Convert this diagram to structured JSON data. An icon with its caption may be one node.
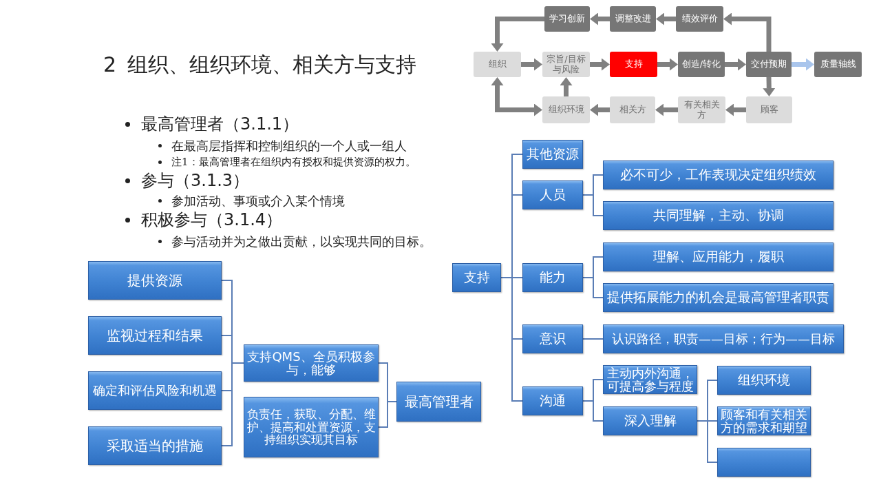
{
  "diagram": {
    "title": "2 组织、组织环境、相关方与支持",
    "nodes": [
      {
        "text": [
          "学习创新"
        ]
      },
      {
        "text": [
          "调整改进"
        ]
      },
      {
        "text": [
          "绩效评价"
        ]
      },
      {
        "text": [
          "组织"
        ]
      },
      {
        "text": [
          "宗旨/目标与风险"
        ]
      },
      {
        "text": [
          "支持"
        ]
      },
      {
        "text": [
          "创造/转化"
        ]
      },
      {
        "text": [
          "交付预期"
        ]
      },
      {
        "text": [
          "质量轴线"
        ]
      },
      {
        "text": [
          "组织环境"
        ]
      },
      {
        "text": [
          "相关方"
        ]
      },
      {
        "text": [
          "有关相关方"
        ]
      },
      {
        "text": [
          "顾客"
        ]
      },
      {
        "text": [
          "提供资源"
        ]
      },
      {
        "text": [
          "监视过程和结果"
        ]
      },
      {
        "text": [
          "确定和评估风险和机遇"
        ]
      },
      {
        "text": [
          "采取适当的措施"
        ]
      },
      {
        "text": [
          "支持QMS、全员积极参与，能够"
        ]
      },
      {
        "text": [
          "负责任，获取、分配、维护、提高和处置资源，支持组织实现其目标"
        ]
      },
      {
        "text": [
          "最高管理者"
        ]
      },
      {
        "text": [
          "支持"
        ]
      },
      {
        "text": [
          "其他资源"
        ]
      },
      {
        "text": [
          "人员"
        ]
      },
      {
        "text": [
          "必不可少，工作表现决定组织绩效"
        ]
      },
      {
        "text": [
          "共同理解，主动、协调"
        ]
      },
      {
        "text": [
          "能力"
        ]
      },
      {
        "text": [
          "理解、应用能力，履职"
        ]
      },
      {
        "text": [
          "提供拓展能力的机会是最高管理者职责"
        ]
      },
      {
        "text": [
          "意识"
        ]
      },
      {
        "text": [
          "认识路径，职责——目标；行为——目标"
        ]
      },
      {
        "text": [
          "沟通"
        ]
      },
      {
        "text": [
          "主动内外沟通，可提高参与程度"
        ]
      },
      {
        "text": [
          "深入理解"
        ]
      },
      {
        "text": [
          "组织环境"
        ]
      },
      {
        "text": [
          "顾客和有关相关方的需求和期望"
        ]
      },
      {
        "text": [],
        "shape": "box"
      }
    ],
    "edges": [
      {
        "from": 3,
        "to": 4,
        "arrow": "to",
        "style": "thick",
        "color": "#808080"
      },
      {
        "from": 4,
        "to": 5,
        "arrow": "to",
        "style": "thick",
        "color": "#808080"
      },
      {
        "from": 5,
        "to": 6,
        "arrow": "to",
        "style": "thick",
        "color": "#808080"
      },
      {
        "from": 6,
        "to": 7,
        "arrow": "to",
        "style": "thick",
        "color": "#808080"
      },
      {
        "from": 7,
        "to": 8,
        "arrow": "to",
        "style": "thick",
        "color": "#a9c5ec"
      },
      {
        "from": 7,
        "to": 2,
        "arrow": "to",
        "style": "thick",
        "color": "#808080"
      },
      {
        "from": 2,
        "to": 1,
        "arrow": "to",
        "style": "thick",
        "color": "#808080"
      },
      {
        "from": 1,
        "to": 0,
        "arrow": "to",
        "style": "thick",
        "color": "#808080"
      },
      {
        "from": 0,
        "to": 3,
        "arrow": "to",
        "style": "thick",
        "color": "#808080"
      },
      {
        "from": 7,
        "to": 12,
        "arrow": "to",
        "style": "thick",
        "color": "#808080"
      },
      {
        "from": 12,
        "to": 11,
        "arrow": "to",
        "style": "thick",
        "color": "#808080"
      },
      {
        "from": 11,
        "to": 10,
        "arrow": "to",
        "style": "thick",
        "color": "#808080"
      },
      {
        "from": 10,
        "to": 9,
        "arrow": "to",
        "style": "thick",
        "color": "#808080"
      },
      {
        "from": 9,
        "to": 4,
        "arrow": "to",
        "style": "thick",
        "color": "#808080"
      },
      {
        "from": 3,
        "to": 9,
        "arrow": "both",
        "style": "thick",
        "color": "#808080"
      },
      {
        "from": 17,
        "to": 13,
        "arrow": "none"
      },
      {
        "from": 17,
        "to": 14,
        "arrow": "none"
      },
      {
        "from": 17,
        "to": 15,
        "arrow": "none"
      },
      {
        "from": 17,
        "to": 16,
        "arrow": "none"
      },
      {
        "from": 19,
        "to": 17,
        "arrow": "none"
      },
      {
        "from": 19,
        "to": 18,
        "arrow": "none"
      },
      {
        "from": 20,
        "to": 21,
        "arrow": "none"
      },
      {
        "from": 20,
        "to": 22,
        "arrow": "none"
      },
      {
        "from": 20,
        "to": 25,
        "arrow": "none"
      },
      {
        "from": 20,
        "to": 28,
        "arrow": "none"
      },
      {
        "from": 20,
        "to": 30,
        "arrow": "none"
      },
      {
        "from": 22,
        "to": 23,
        "arrow": "none"
      },
      {
        "from": 22,
        "to": 24,
        "arrow": "none"
      },
      {
        "from": 25,
        "to": 26,
        "arrow": "none"
      },
      {
        "from": 25,
        "to": 27,
        "arrow": "none"
      },
      {
        "from": 28,
        "to": 29,
        "arrow": "none"
      },
      {
        "from": 30,
        "to": 31,
        "arrow": "none"
      },
      {
        "from": 30,
        "to": 32,
        "arrow": "none"
      },
      {
        "from": 32,
        "to": 33,
        "arrow": "none"
      },
      {
        "from": 32,
        "to": 34,
        "arrow": "none"
      },
      {
        "from": 32,
        "to": 35,
        "arrow": "none"
      }
    ],
    "labels": [
      "最高管理者（3.1.1）",
      "在最高层指挥和控制组织的一个人或一组人",
      "注1：最高管理者在组织内有授权和提供资源的权力。",
      "参与（3.1.3）",
      "参加活动、事项或介入某个情境",
      "积极参与（3.1.4）",
      "参与活动并为之做出贡献，以实现共同的目标。"
    ]
  }
}
